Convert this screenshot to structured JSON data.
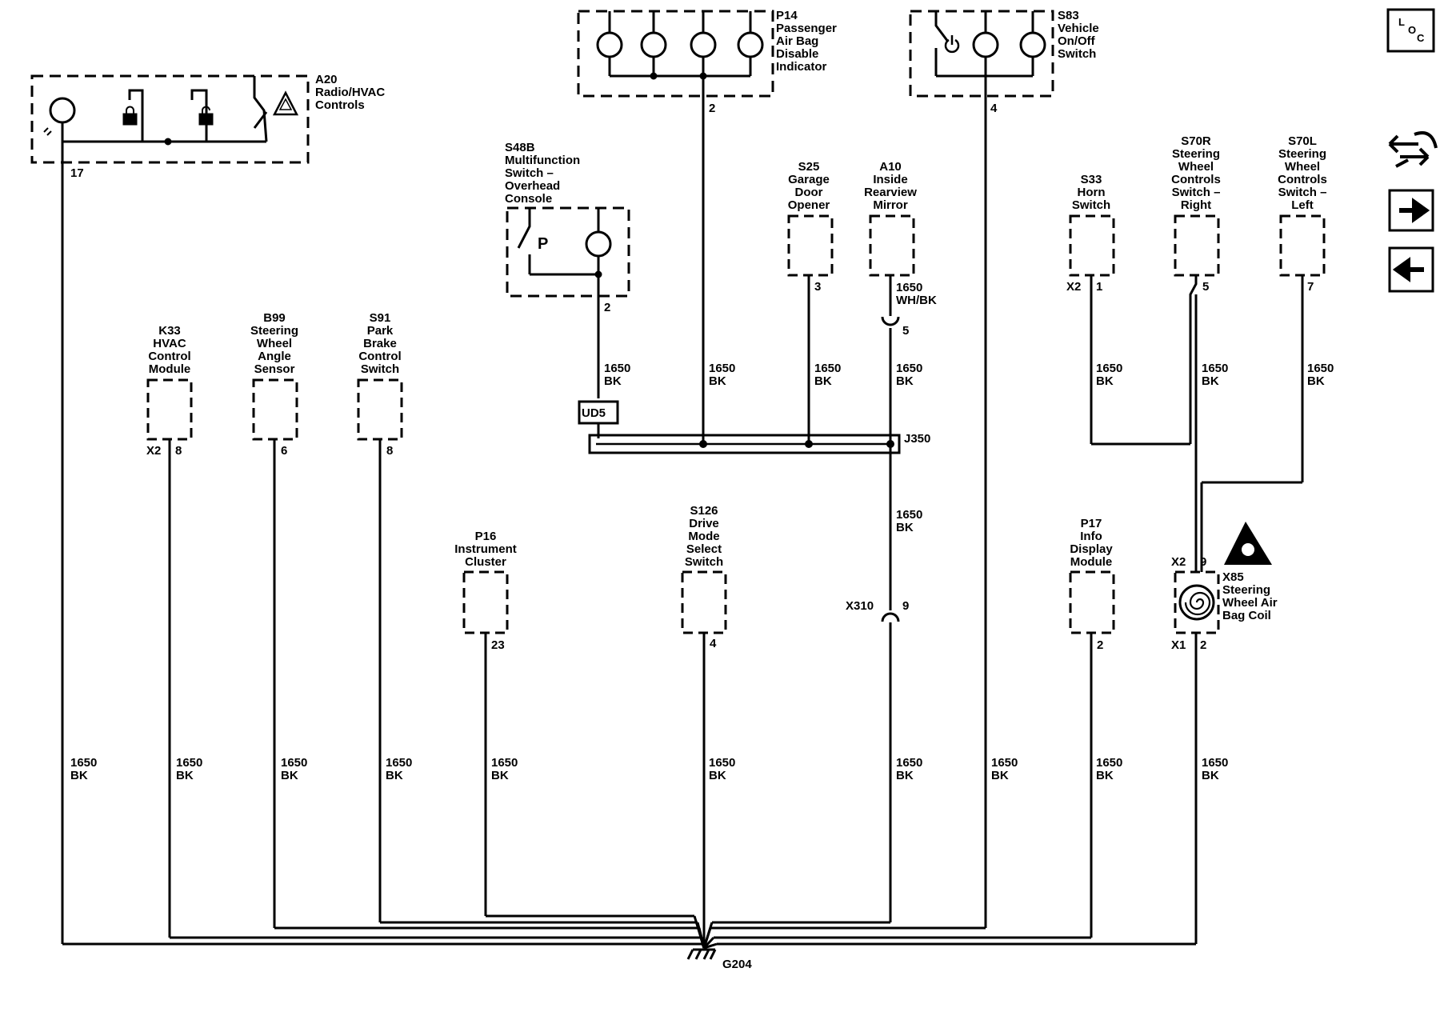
{
  "components": {
    "a20": {
      "id": "A20",
      "name": [
        "Radio/HVAC",
        "Controls"
      ],
      "pin": "17"
    },
    "p14": {
      "id": "P14",
      "name": [
        "Passenger",
        "Air Bag",
        "Disable",
        "Indicator"
      ],
      "pin": "2"
    },
    "s83": {
      "id": "S83",
      "name": [
        "Vehicle",
        "On/Off",
        "Switch"
      ],
      "pin": "4"
    },
    "s48b": {
      "id": "S48B",
      "name": [
        "Multifunction",
        "Switch –",
        "Overhead",
        "Console"
      ],
      "pin": "2"
    },
    "s25": {
      "id": "S25",
      "name": [
        "Garage",
        "Door",
        "Opener"
      ],
      "pin": "3"
    },
    "a10": {
      "id": "A10",
      "name": [
        "Inside",
        "Rearview",
        "Mirror"
      ],
      "pin": "1650",
      "wire_color": "WH/BK"
    },
    "s33": {
      "id": "S33",
      "name": [
        "Horn",
        "Switch"
      ],
      "conn": "X2",
      "pin": "1"
    },
    "s70r": {
      "id": "S70R",
      "name": [
        "Steering",
        "Wheel",
        "Controls",
        "Switch –",
        "Right"
      ],
      "pin": "5"
    },
    "s70l": {
      "id": "S70L",
      "name": [
        "Steering",
        "Wheel",
        "Controls",
        "Switch –",
        "Left"
      ],
      "pin": "7"
    },
    "k33": {
      "id": "K33",
      "name": [
        "HVAC",
        "Control",
        "Module"
      ],
      "conn": "X2",
      "pin": "8"
    },
    "b99": {
      "id": "B99",
      "name": [
        "Steering",
        "Wheel",
        "Angle",
        "Sensor"
      ],
      "pin": "6"
    },
    "s91": {
      "id": "S91",
      "name": [
        "Park",
        "Brake",
        "Control",
        "Switch"
      ],
      "pin": "8"
    },
    "p16": {
      "id": "P16",
      "name": [
        "Instrument",
        "Cluster"
      ],
      "pin": "23"
    },
    "s126": {
      "id": "S126",
      "name": [
        "Drive",
        "Mode",
        "Select",
        "Switch"
      ],
      "pin": "4"
    },
    "p17": {
      "id": "P17",
      "name": [
        "Info",
        "Display",
        "Module"
      ],
      "pin": "2"
    },
    "x85": {
      "id": "X85",
      "name": [
        "Steering",
        "Wheel Air",
        "Bag Coil"
      ],
      "conn_top": "X2",
      "pin_top": "9",
      "conn_bottom": "X1",
      "pin_bottom": "2"
    }
  },
  "wire": {
    "circuit": "1650",
    "color": "BK"
  },
  "inline": {
    "x5_pin": "5",
    "x310_id": "X310",
    "x310_pin": "9",
    "ud5": "UD5",
    "splice": "J350",
    "ground": "G204"
  },
  "nav": {
    "loc_l": "L",
    "loc_o": "O",
    "loc_c": "C"
  }
}
